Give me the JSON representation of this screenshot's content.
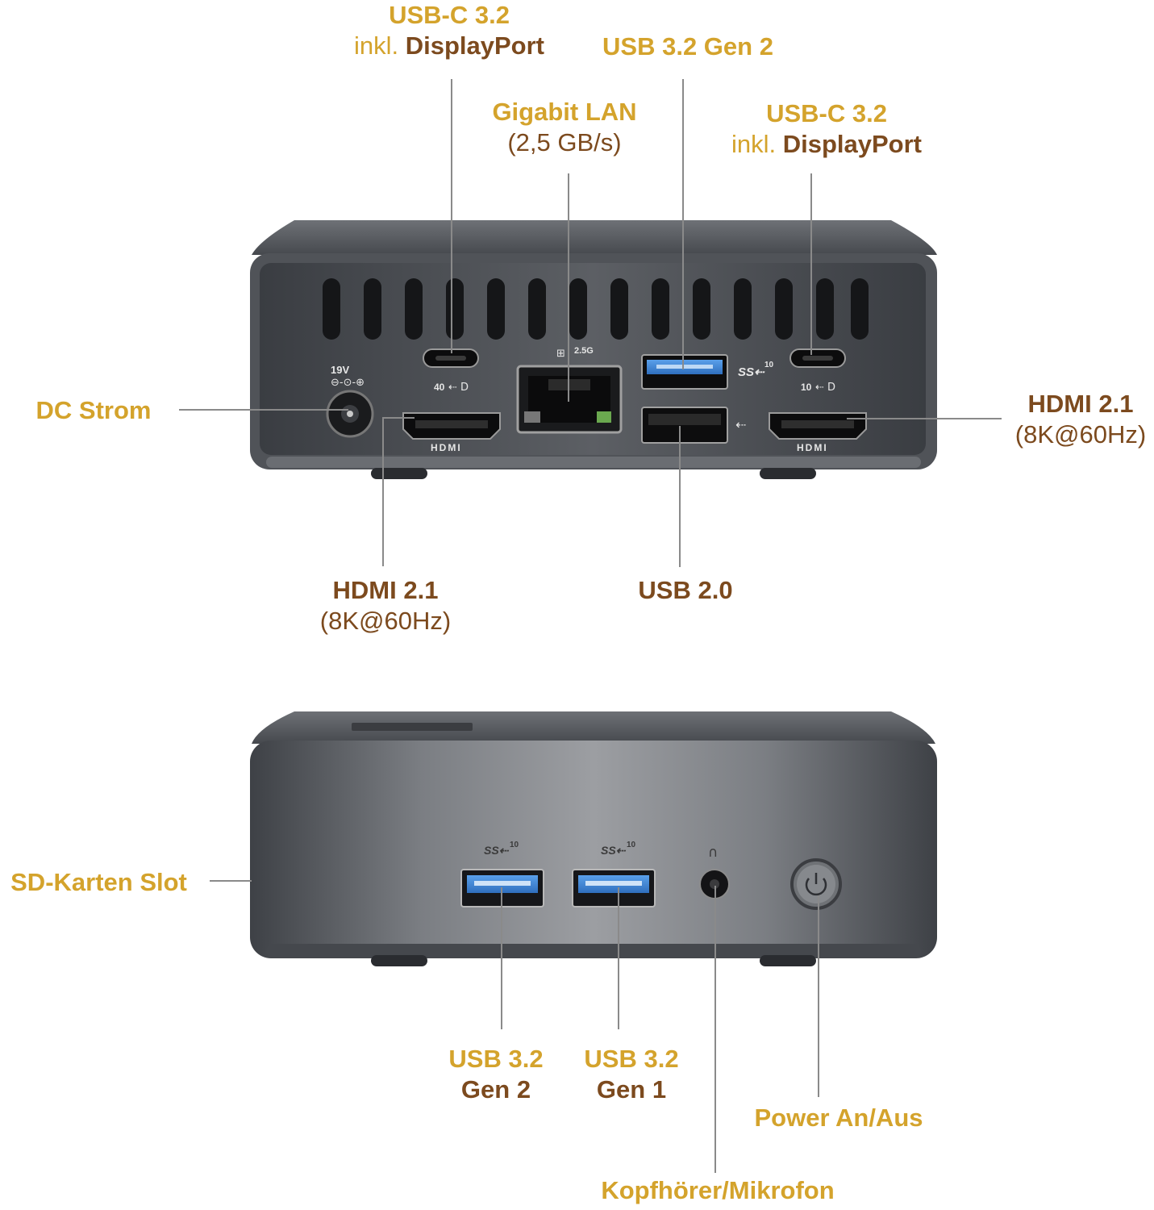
{
  "colors": {
    "label_gold": "#d4a32c",
    "label_brown": "#7c4a1e",
    "device_body": "#4a4d52",
    "usb3_blue": "#3e86d6"
  },
  "back_panel": {
    "usbc_left": {
      "line1": "USB-C 3.2",
      "line2_prefix": "inkl. ",
      "line2_bold": "DisplayPort"
    },
    "usb32_gen2": {
      "label": "USB 3.2 Gen 2"
    },
    "lan": {
      "line1": "Gigabit LAN",
      "line2": "(2,5 GB/s)"
    },
    "usbc_right": {
      "line1": "USB-C 3.2",
      "line2_prefix": "inkl. ",
      "line2_bold": "DisplayPort"
    },
    "dc": {
      "label": "DC Strom"
    },
    "hdmi_right": {
      "line1": "HDMI 2.1",
      "line2": "(8K@60Hz)"
    },
    "hdmi_left": {
      "line1": "HDMI 2.1",
      "line2": "(8K@60Hz)"
    },
    "usb20": {
      "label": "USB 2.0"
    },
    "markings": {
      "volt": "19V",
      "lan_speed": "2.5G",
      "hdmi": "HDMI",
      "ss10": "10",
      "usbc40": "40",
      "usbc10": "10"
    }
  },
  "front_panel": {
    "sd": {
      "label": "SD-Karten Slot"
    },
    "usb_gen2": {
      "line1": "USB 3.2",
      "line2": "Gen 2"
    },
    "usb_gen1": {
      "line1": "USB 3.2",
      "line2": "Gen 1"
    },
    "power": {
      "label": "Power An/Aus"
    },
    "audio": {
      "label": "Kopfhörer/Mikrofon"
    },
    "markings": {
      "ss10": "10"
    }
  }
}
